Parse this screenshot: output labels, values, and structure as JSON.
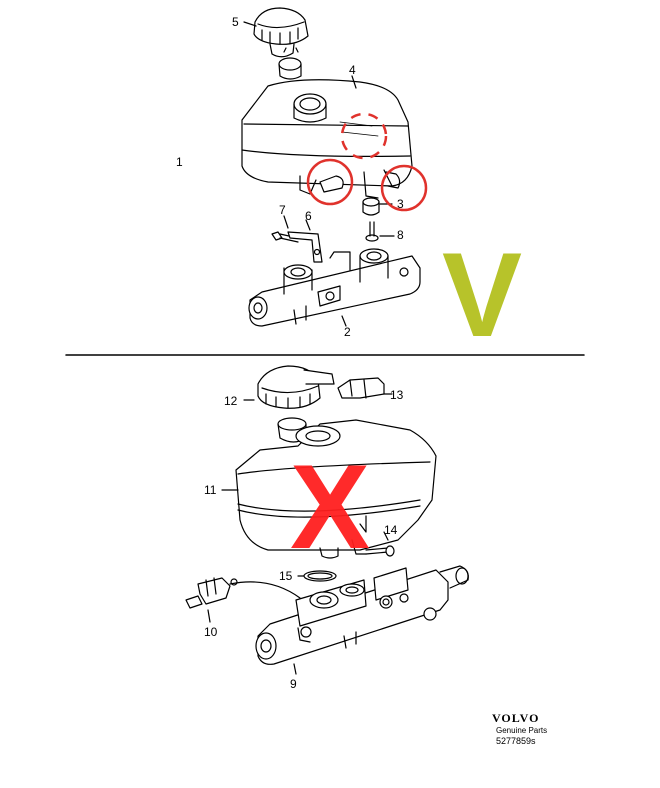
{
  "callouts": {
    "c1": "1",
    "c2": "2",
    "c3": "3",
    "c4": "4",
    "c5": "5",
    "c6": "6",
    "c7": "7",
    "c8": "8",
    "c9": "9",
    "c10": "10",
    "c11": "11",
    "c12": "12",
    "c13": "13",
    "c14": "14",
    "c15": "15"
  },
  "marks": {
    "approved": "V",
    "rejected": "X"
  },
  "colors": {
    "approved": "#b7c32a",
    "rejected": "#ff1f1f",
    "line": "#000000"
  },
  "brand": {
    "logo": "VOLVO",
    "subtitle": "Genuine Parts",
    "number": "5277859s"
  }
}
